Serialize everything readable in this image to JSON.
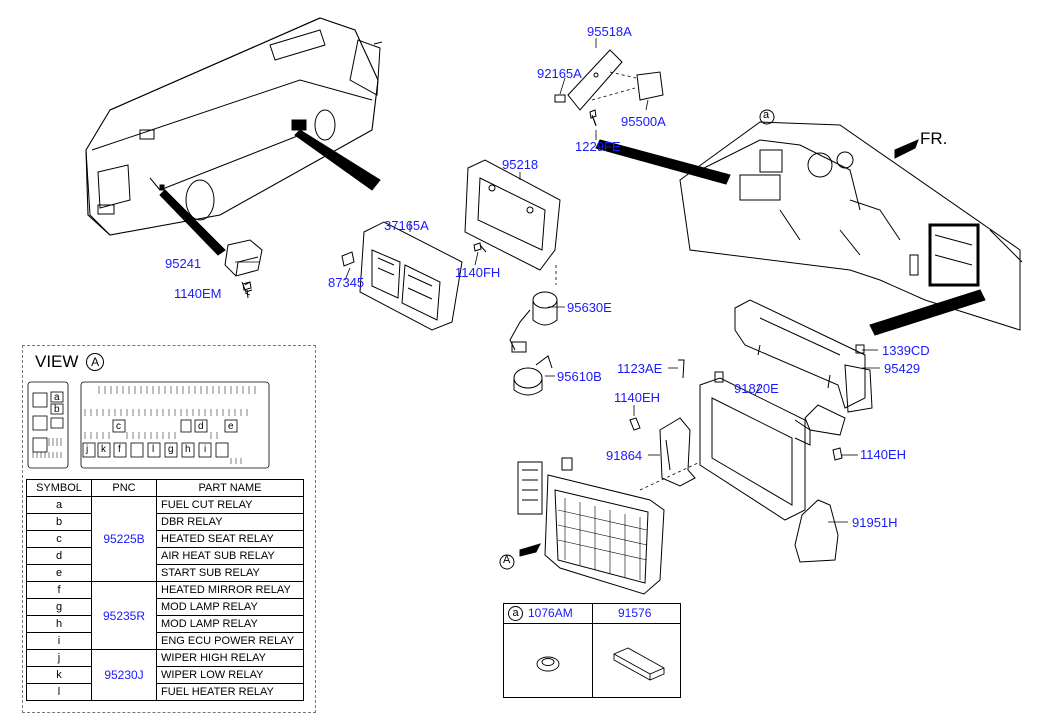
{
  "diagram": {
    "part_labels": {
      "p95518A": "95518A",
      "p92165A": "92165A",
      "p95500A": "95500A",
      "p1229FE": "1229FE",
      "p95218": "95218",
      "p37165A": "37165A",
      "p87345": "87345",
      "p1140FH": "1140FH",
      "p95241": "95241",
      "p1140EM": "1140EM",
      "p95630E": "95630E",
      "p95610B": "95610B",
      "p1123AE": "1123AE",
      "p91820E": "91820E",
      "p1140EH_a": "1140EH",
      "p91864": "91864",
      "p1339CD": "1339CD",
      "p95429": "95429",
      "p1140EH_b": "1140EH",
      "p91951H": "91951H"
    },
    "fr_label": "FR.",
    "callout_a": "a",
    "view_marker": "A"
  },
  "view_panel": {
    "title": "VIEW",
    "marker": "A",
    "relay_letters": [
      "a",
      "b",
      "c",
      "d",
      "e",
      "j",
      "k",
      "f",
      "l",
      "g",
      "h",
      "i"
    ]
  },
  "parts_table": {
    "headers": {
      "symbol": "SYMBOL",
      "pnc": "PNC",
      "part_name": "PART NAME"
    },
    "groups": [
      {
        "pnc": "95225B",
        "rows": [
          {
            "symbol": "a",
            "name": "FUEL CUT RELAY"
          },
          {
            "symbol": "b",
            "name": "DBR RELAY"
          },
          {
            "symbol": "c",
            "name": "HEATED SEAT RELAY"
          },
          {
            "symbol": "d",
            "name": "AIR HEAT SUB RELAY"
          },
          {
            "symbol": "e",
            "name": "START SUB RELAY"
          }
        ]
      },
      {
        "pnc": "95235R",
        "rows": [
          {
            "symbol": "f",
            "name": "HEATED MIRROR RELAY"
          },
          {
            "symbol": "g",
            "name": "MOD LAMP RELAY"
          },
          {
            "symbol": "h",
            "name": "MOD LAMP RELAY"
          },
          {
            "symbol": "i",
            "name": "ENG ECU POWER RELAY"
          }
        ]
      },
      {
        "pnc": "95230J",
        "rows": [
          {
            "symbol": "j",
            "name": "WIPER HIGH RELAY"
          },
          {
            "symbol": "k",
            "name": "WIPER LOW RELAY"
          },
          {
            "symbol": "l",
            "name": "FUEL HEATER RELAY"
          }
        ]
      }
    ]
  },
  "ref_table": {
    "marker": "a",
    "col1": "1076AM",
    "col2": "91576"
  }
}
